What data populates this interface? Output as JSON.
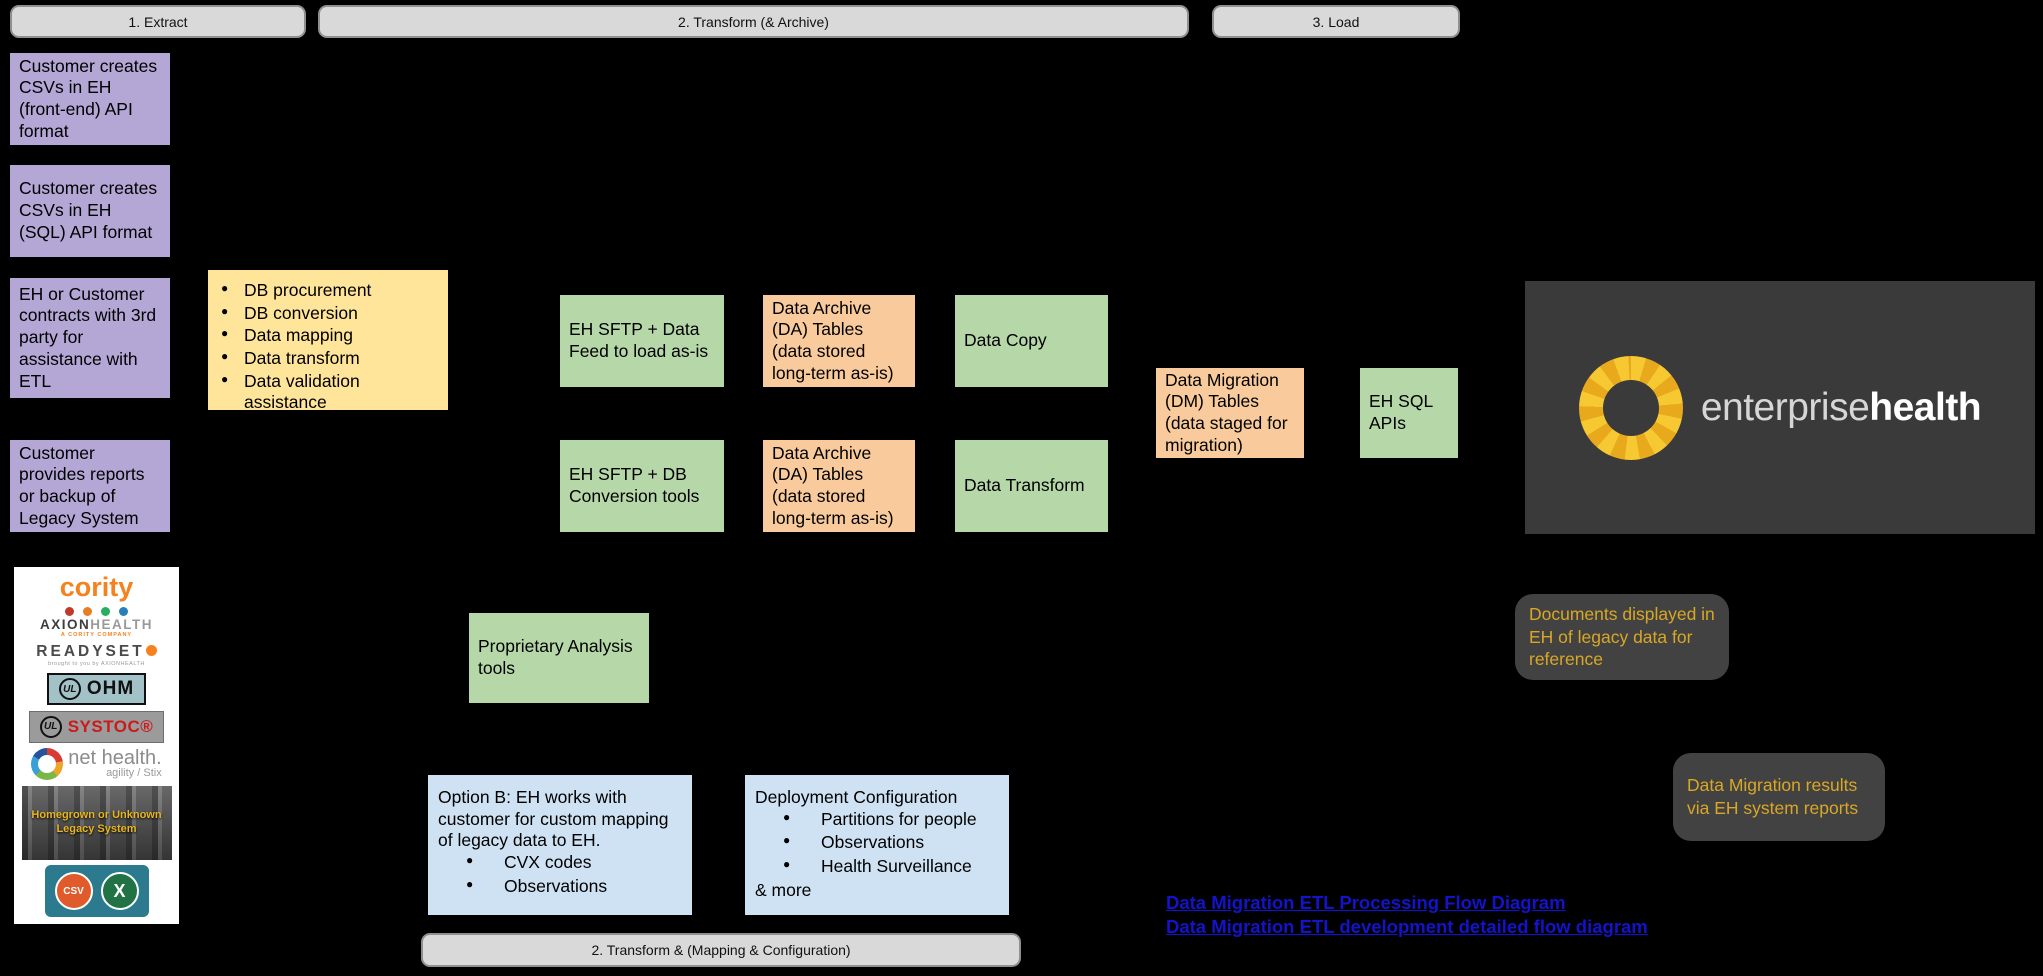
{
  "colors": {
    "background": "#000000",
    "stage_header_fill": "#d9d9d9",
    "purple_box": "#b4a7d6",
    "yellow_box": "#ffe599",
    "green_box": "#b6d7a8",
    "orange_box": "#f9cb9c",
    "blue_box": "#cfe2f3",
    "dark_panel": "#3a3a3a",
    "callout_fill": "#424242",
    "callout_text": "#d9a726",
    "link_blue": "#1313cc",
    "brand_yellow": "#f2c12e"
  },
  "stage_headers": {
    "extract": "1. Extract",
    "transform_archive": "2. Transform (& Archive)",
    "load": "3. Load",
    "transform_mapping": "2. Transform & (Mapping & Configuration)"
  },
  "extract": {
    "options": [
      "Customer creates CSVs in EH (front-end) API format",
      "Customer creates CSVs in EH (SQL) API format",
      "EH or Customer contracts with 3rd party for assistance with ETL",
      "Customer provides reports or backup of Legacy System"
    ],
    "legacy_systems": {
      "cority": "cority",
      "axion": {
        "name_dark": "AXION",
        "name_light": "HEALTH",
        "tagline": "A CORITY COMPANY"
      },
      "readyset": {
        "name": "READYSET",
        "tagline": "brought to you by AXIONHEALTH"
      },
      "ul_mark": "UL",
      "ohm": "OHM",
      "systoc": "SYSTOC®",
      "nethealth": {
        "name": "net health.",
        "tagline": "agility / Stix"
      },
      "homegrown_caption": "Homegrown or Unknown Legacy System",
      "file_icons": {
        "csv": "CSV",
        "excel": "X"
      }
    }
  },
  "third_party_tasks": [
    "DB procurement",
    "DB conversion",
    "Data mapping",
    "Data transform",
    "Data validation assistance"
  ],
  "transform": {
    "sftp_data_feed": "EH SFTP + Data Feed to load as-is",
    "sftp_db_conversion": "EH SFTP + DB Conversion tools",
    "data_archive_tables": "Data Archive (DA) Tables (data stored long-term as-is)",
    "data_copy": "Data Copy",
    "data_transform": "Data Transform",
    "proprietary_tools": "Proprietary Analysis tools",
    "option_b": {
      "title": "Option B: EH works with customer for custom mapping of legacy data to EH.",
      "bullets": [
        "CVX codes",
        "Observations"
      ]
    },
    "deployment": {
      "title": "Deployment Configuration",
      "bullets": [
        "Partitions for people",
        "Observations",
        "Health Surveillance"
      ],
      "footer": "& more"
    }
  },
  "load": {
    "dm_tables": "Data Migration (DM) Tables (data staged for migration)",
    "eh_sql_apis": "EH SQL APIs",
    "brand": {
      "word1": "enterprise",
      "word2": "health"
    },
    "callout_documents": "Documents displayed in EH of legacy data for reference",
    "callout_results": "Data Migration results via EH system reports"
  },
  "links": [
    "Data Migration ETL Processing Flow Diagram",
    "Data Migration ETL development detailed flow diagram"
  ]
}
